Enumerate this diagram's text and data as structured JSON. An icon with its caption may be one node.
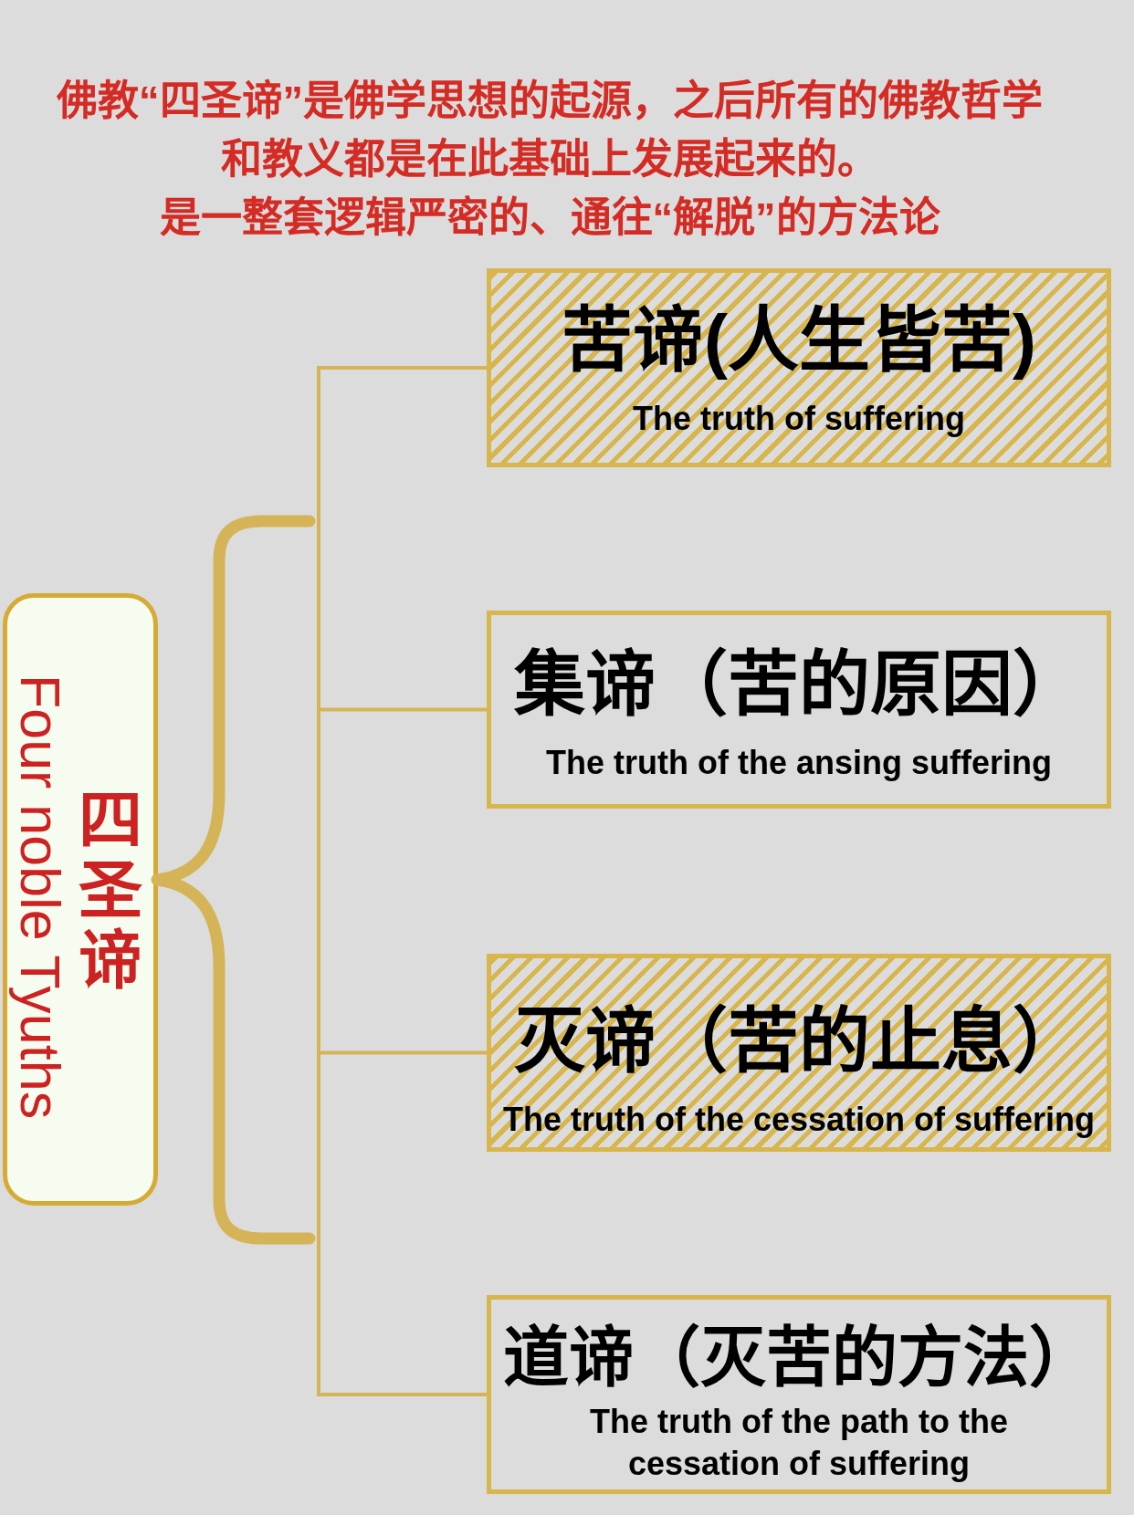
{
  "diagram": {
    "title": "佛教“四圣谛”是佛学思想的起源，之后所有的佛教哲学和教义都是在此基础上发展起来的。",
    "nodes": [
      {
        "text": [
          "四圣谛",
          "Four noble Tyuths"
        ]
      },
      {
        "text": [],
        "shape": "brace"
      },
      {
        "text": [
          "苦谛(人生皆苦)",
          "The truth of suffering"
        ]
      },
      {
        "text": [
          "集谛（苦的原因）",
          "The truth of the ansing suffering"
        ]
      },
      {
        "text": [
          "灭谛（苦的止息）",
          "The truth of the cessation of suffering"
        ]
      },
      {
        "text": [
          "道谛（灭苦的方法）",
          "The truth of the path to the cessation of suffering"
        ]
      }
    ],
    "edges": [
      {
        "from": 1,
        "to": 2,
        "arrow": "none"
      },
      {
        "from": 1,
        "to": 3,
        "arrow": "none"
      },
      {
        "from": 1,
        "to": 4,
        "arrow": "none"
      },
      {
        "from": 1,
        "to": 5,
        "arrow": "none"
      }
    ],
    "labels": [
      "是一整套逻辑严密的、通往“解脱”的方法论"
    ]
  }
}
